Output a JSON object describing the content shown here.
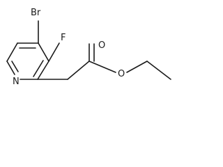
{
  "molecule": {
    "atoms": {
      "bromine": "Br",
      "fluorine": "F",
      "ring_nitrogen": "N",
      "carbonyl_oxygen": "O",
      "ester_oxygen": "O"
    }
  }
}
